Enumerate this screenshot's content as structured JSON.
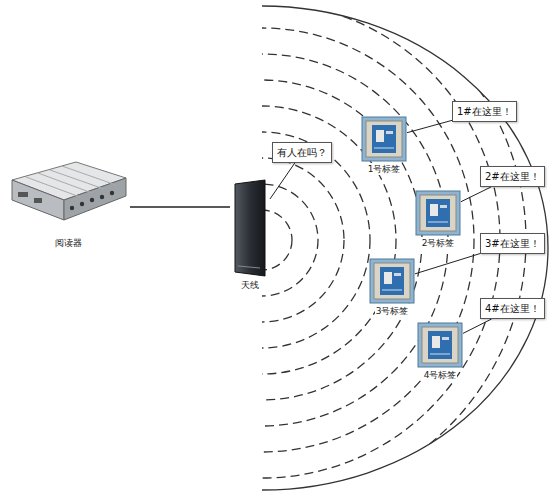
{
  "diagram": {
    "nodes": [
      {
        "text": [
          "阅读器"
        ]
      },
      {
        "text": [
          "天线"
        ]
      },
      {
        "text": [
          "有人在吗？"
        ]
      },
      {
        "text": [
          "1号标签"
        ]
      },
      {
        "text": [
          "1#在这里！"
        ]
      },
      {
        "text": [
          "2号标签"
        ]
      },
      {
        "text": [
          "2#在这里！"
        ]
      },
      {
        "text": [
          "3号标签"
        ]
      },
      {
        "text": [
          "3#在这里！"
        ]
      },
      {
        "text": [
          "4号标签"
        ]
      },
      {
        "text": [
          "4#在这里！"
        ]
      }
    ],
    "edges": [
      {
        "from": 0,
        "to": 1,
        "arrow": "none"
      },
      {
        "from": 2,
        "to": 1,
        "arrow": "none"
      },
      {
        "from": 3,
        "to": 4,
        "arrow": "none"
      },
      {
        "from": 5,
        "to": 6,
        "arrow": "none"
      },
      {
        "from": 7,
        "to": 8,
        "arrow": "none"
      },
      {
        "from": 9,
        "to": 10,
        "arrow": "none"
      }
    ]
  }
}
